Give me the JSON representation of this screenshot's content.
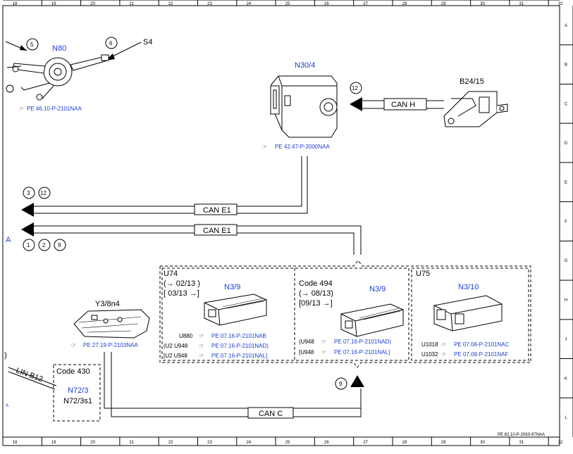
{
  "grid": {
    "columns": [
      "18",
      "19",
      "20",
      "21",
      "22",
      "23",
      "24",
      "25",
      "26",
      "27",
      "28",
      "29",
      "30",
      "31",
      "32"
    ],
    "rows": [
      "A",
      "B",
      "C",
      "D",
      "E",
      "F",
      "G",
      "H",
      "J",
      "K",
      "L"
    ]
  },
  "components": {
    "n80": {
      "label": "N80",
      "ref": "PE 46.10-P-2101NAA",
      "callout_left": "5",
      "callout_right": "6",
      "s4": "S4"
    },
    "n30_4": {
      "label": "N30/4",
      "ref": "PE 42.47-P-2000NAA",
      "callout": "12"
    },
    "b24_15": {
      "label": "B24/15",
      "bus": "CAN H"
    },
    "y3_8n4": {
      "label": "Y3/8n4",
      "ref": "PE 27.19-P-2103NAA"
    },
    "code430": {
      "code": "Code 430",
      "label1": "N72/3",
      "label2": "N72/3s1"
    }
  },
  "buses": {
    "top": {
      "label": "CAN E1",
      "callouts": [
        "3",
        "12"
      ]
    },
    "bottom": {
      "label": "CAN E1",
      "callouts": [
        "1",
        "2",
        "9"
      ]
    },
    "can_c": {
      "label": "CAN C",
      "callout": "9"
    },
    "lin": "LIN B12"
  },
  "group_u74": {
    "title": "U74",
    "date1": "(→ 02/13 )",
    "date2": "[ 03/13 →]",
    "module": "N3/9",
    "lines": [
      {
        "prefix": "U880",
        "ref": "PE 07.16-P-2101NAB"
      },
      {
        "prefix": "(U2  U948",
        "ref": "PE 07.16-P-2101NAD)"
      },
      {
        "prefix": "[U2  U948",
        "ref": "PE 07.16-P-2101NAL]"
      }
    ]
  },
  "group_code494": {
    "title": "Code 494",
    "date1": "(→ 08/13)",
    "date2": "[09/13  →]",
    "module": "N3/9",
    "lines": [
      {
        "prefix": "(U948",
        "ref": "PE 07.16-P-2101NAD)"
      },
      {
        "prefix": "[U948",
        "ref": "PE 07.16-P-2101NAL]"
      }
    ]
  },
  "group_u75": {
    "title": "U75",
    "module": "N3/10",
    "lines": [
      {
        "prefix": "U1018",
        "ref": "PE 07.08-P-2101NAC"
      },
      {
        "prefix": "U1032",
        "ref": "PE 07.08-P-2101NAF"
      }
    ]
  },
  "edge_marks": {
    "left_a": "A",
    "left_bottom": "ᴧ",
    "left_paren": ")"
  },
  "footer_ref": "PE 82.10-P-2063-97NAA"
}
